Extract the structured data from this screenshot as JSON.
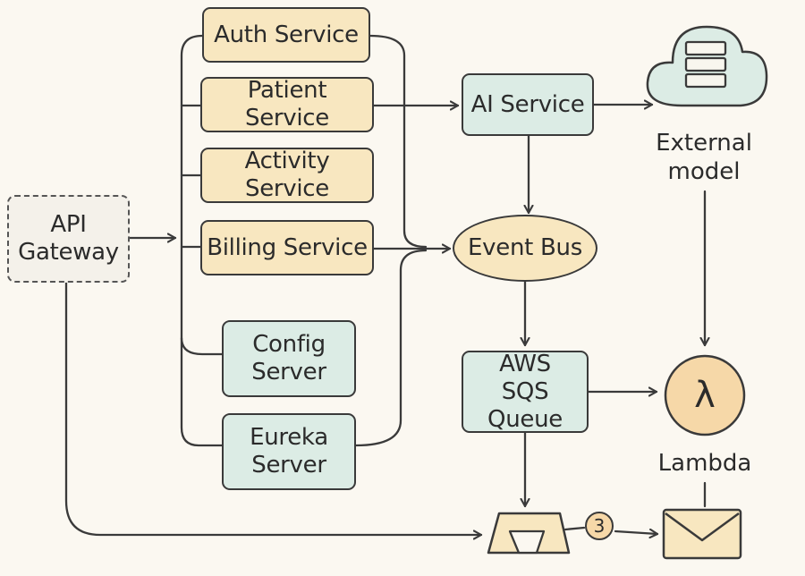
{
  "services": {
    "auth": "Auth Service",
    "patient": "Patient Service",
    "activity": "Activity Service",
    "billing": "Billing Service"
  },
  "infra": {
    "config_line1": "Config",
    "config_line2": "Server",
    "eureka_line1": "Eureka",
    "eureka_line2": "Server"
  },
  "gateway": {
    "line1": "API",
    "line2": "Gateway"
  },
  "ai_service": "AI Service",
  "event_bus": "Event Bus",
  "sqs": {
    "line1": "AWS",
    "line2": "SQS Queue"
  },
  "external": {
    "line1": "External",
    "line2": "model",
    "icon": "database-cloud-icon"
  },
  "lambda": {
    "label": "Lambda",
    "symbol": "λ"
  },
  "badge": "3",
  "icons": {
    "gate": "funnel-gate-icon",
    "mail": "envelope-icon"
  },
  "colors": {
    "service_fill": "#f8e7c0",
    "infra_fill": "#dcece5",
    "gateway_fill": "#f4f1ea",
    "cloud_fill": "#dcece5",
    "lambda_fill": "#f6d8a8",
    "mail_fill": "#f8e7c0",
    "stroke": "#3a3a3a"
  }
}
